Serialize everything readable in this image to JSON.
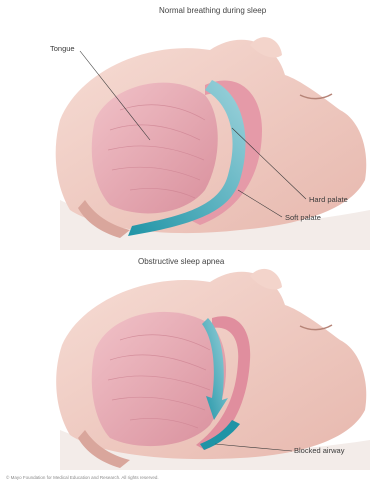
{
  "panels": [
    {
      "title": "Normal breathing during sleep",
      "labels": {
        "tongue": "Tongue",
        "hard_palate": "Hard palate",
        "soft_palate": "Soft palate"
      }
    },
    {
      "title": "Obstructive sleep apnea",
      "labels": {
        "blocked_airway": "Blocked airway"
      }
    }
  ],
  "footer": "© Mayo Foundation for Medical Education and Research. All rights reserved.",
  "colors": {
    "skin": "#f1cfc6",
    "skin_shadow": "#d9a8a0",
    "tissue": "#eab0b8",
    "tissue_dark": "#c97f8e",
    "airflow": "#1f94a6",
    "leader": "#3a3a3a"
  }
}
